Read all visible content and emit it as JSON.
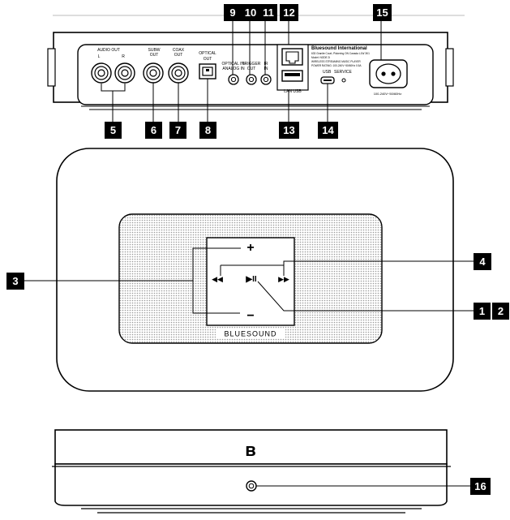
{
  "rear_panel": {
    "audio_out": "AUDIO OUT",
    "left": "L",
    "right": "R",
    "subw_out_1": "SUBW",
    "subw_out_2": "OUT",
    "coax_out_1": "COAX",
    "coax_out_2": "OUT",
    "optical_out_1": "OPTICAL",
    "optical_out_2": "OUT",
    "optical_in_1": "OPTICAL IN/",
    "optical_in_2": "ANALOG IN",
    "trigger_out_1": "TRIGGER",
    "trigger_out_2": "OUT",
    "ir_in_1": "IR",
    "ir_in_2": "IN",
    "lan_usb": "LAN  USB",
    "usb": "USB",
    "service": "SERVICE",
    "company": "Bluesound International",
    "info_lines": [
      "633 Granite Court, Pickering ON Canada L1W 3K1",
      "Model: NODE 2i",
      "WIRELESS STREAMING MUSIC PLAYER",
      "POWER RATING: 100-240V~50/60Hz 0.5A"
    ],
    "power_rating": "100-240V~50/60Hz"
  },
  "top_panel": {
    "plus": "+",
    "minus": "−",
    "prev": "◀◀",
    "next": "▶▶",
    "play_pause": "▶II",
    "brand": "BLUESOUND"
  },
  "badges": {
    "b1": "1",
    "b2": "2",
    "b3": "3",
    "b4": "4",
    "b5": "5",
    "b6": "6",
    "b7": "7",
    "b8": "8",
    "b9": "9",
    "b10": "10",
    "b11": "11",
    "b12": "12",
    "b13": "13",
    "b14": "14",
    "b15": "15",
    "b16": "16"
  }
}
